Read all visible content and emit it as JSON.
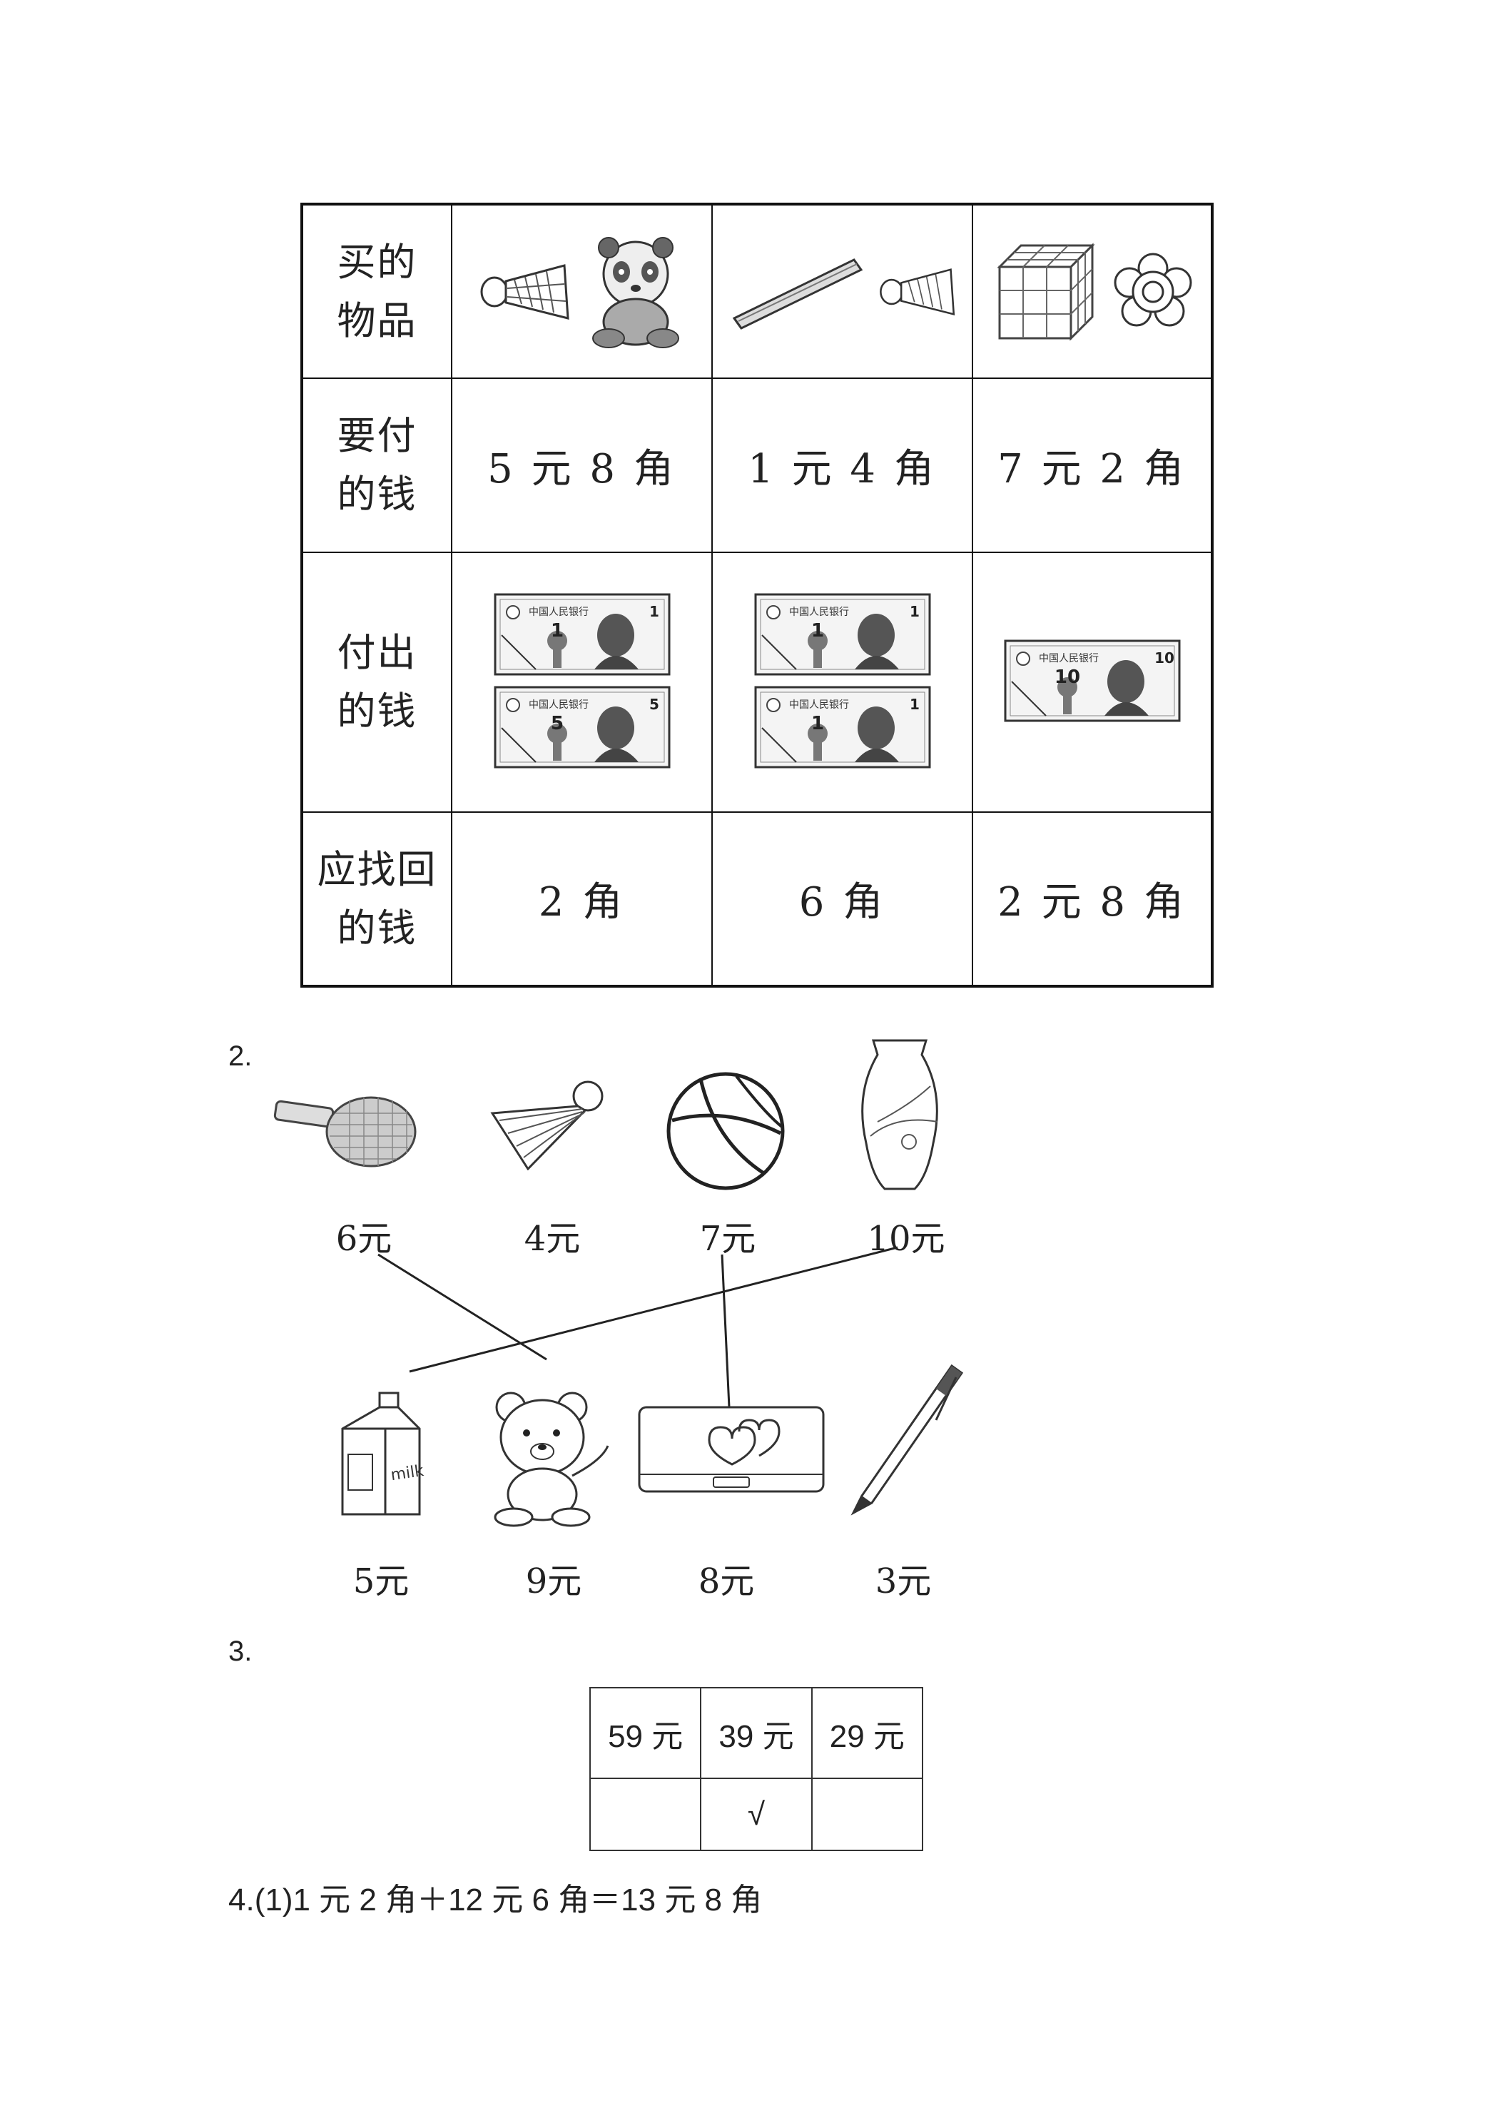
{
  "table1": {
    "row_headers": [
      [
        "买的",
        "物品"
      ],
      [
        "要付",
        "的钱"
      ],
      [
        "付出",
        "的钱"
      ],
      [
        "应找回",
        "的钱"
      ]
    ],
    "items": [
      [
        "badminton-shuttlecock",
        "panda-toy"
      ],
      [
        "pencil-stick",
        "badminton-shuttlecock"
      ],
      [
        "rubik-cube",
        "flower-clip"
      ]
    ],
    "prices": [
      "5 元 8 角",
      "1 元 4 角",
      "7 元 2 角"
    ],
    "paid_notes": [
      [
        {
          "denomination": "1",
          "header": "中国人民银行"
        },
        {
          "denomination": "5",
          "header": "中国人民银行"
        }
      ],
      [
        {
          "denomination": "1",
          "header": "中国人民银行"
        },
        {
          "denomination": "1",
          "header": "中国人民银行"
        }
      ],
      [
        {
          "denomination": "10",
          "header": "中国人民银行"
        }
      ]
    ],
    "change": [
      "2 角",
      "6 角",
      "2 元 8 角"
    ]
  },
  "section2": {
    "number": "2.",
    "top_items": [
      {
        "name": "ping-pong-paddle",
        "price": "6元"
      },
      {
        "name": "shuttlecock",
        "price": "4元"
      },
      {
        "name": "ball",
        "price": "7元"
      },
      {
        "name": "vase",
        "price": "10元"
      }
    ],
    "bottom_items": [
      {
        "name": "milk-carton",
        "price": "5元",
        "label": "milk"
      },
      {
        "name": "teddy-bear",
        "price": "9元"
      },
      {
        "name": "pencil-case",
        "price": "8元"
      },
      {
        "name": "pen",
        "price": "3元"
      }
    ]
  },
  "section3": {
    "number": "3.",
    "headers": [
      "59 元",
      "39 元",
      "29 元"
    ],
    "marks": [
      "",
      "√",
      ""
    ]
  },
  "section4": {
    "equation": "4.(1)1 元 2 角＋12 元 6 角＝13 元 8 角"
  }
}
